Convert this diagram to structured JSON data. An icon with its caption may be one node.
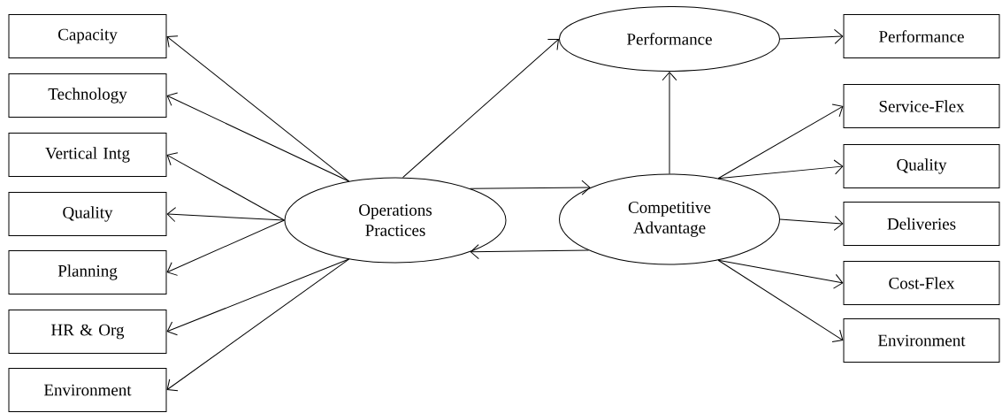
{
  "diagram": {
    "nodes": [
      {
        "text": [
          "Capacity"
        ]
      },
      {
        "text": [
          "Technology"
        ]
      },
      {
        "text": [
          "Vertical Intg"
        ]
      },
      {
        "text": [
          "Quality"
        ]
      },
      {
        "text": [
          "Planning"
        ]
      },
      {
        "text": [
          "HR & Org"
        ]
      },
      {
        "text": [
          "Environment"
        ]
      },
      {
        "text": [
          "Operations Practices"
        ]
      },
      {
        "text": [
          "Performance"
        ]
      },
      {
        "text": [
          "Competitive Advantage"
        ]
      },
      {
        "text": [
          "Performance"
        ]
      },
      {
        "text": [
          "Service-Flex"
        ]
      },
      {
        "text": [
          "Quality"
        ]
      },
      {
        "text": [
          "Deliveries"
        ]
      },
      {
        "text": [
          "Cost-Flex"
        ]
      },
      {
        "text": [
          "Environment"
        ]
      }
    ],
    "edges": [
      {
        "from": 7,
        "to": 0,
        "arrow": "to"
      },
      {
        "from": 7,
        "to": 1,
        "arrow": "to"
      },
      {
        "from": 7,
        "to": 2,
        "arrow": "to"
      },
      {
        "from": 7,
        "to": 3,
        "arrow": "to"
      },
      {
        "from": 7,
        "to": 4,
        "arrow": "to"
      },
      {
        "from": 7,
        "to": 5,
        "arrow": "to"
      },
      {
        "from": 7,
        "to": 6,
        "arrow": "to"
      },
      {
        "from": 7,
        "to": 8,
        "arrow": "to"
      },
      {
        "from": 7,
        "to": 9,
        "arrow": "to"
      },
      {
        "from": 9,
        "to": 7,
        "arrow": "to"
      },
      {
        "from": 9,
        "to": 8,
        "arrow": "to"
      },
      {
        "from": 8,
        "to": 10,
        "arrow": "to"
      },
      {
        "from": 9,
        "to": 11,
        "arrow": "to"
      },
      {
        "from": 9,
        "to": 12,
        "arrow": "to"
      },
      {
        "from": 9,
        "to": 13,
        "arrow": "to"
      },
      {
        "from": 9,
        "to": 14,
        "arrow": "to"
      },
      {
        "from": 9,
        "to": 15,
        "arrow": "to"
      }
    ]
  }
}
